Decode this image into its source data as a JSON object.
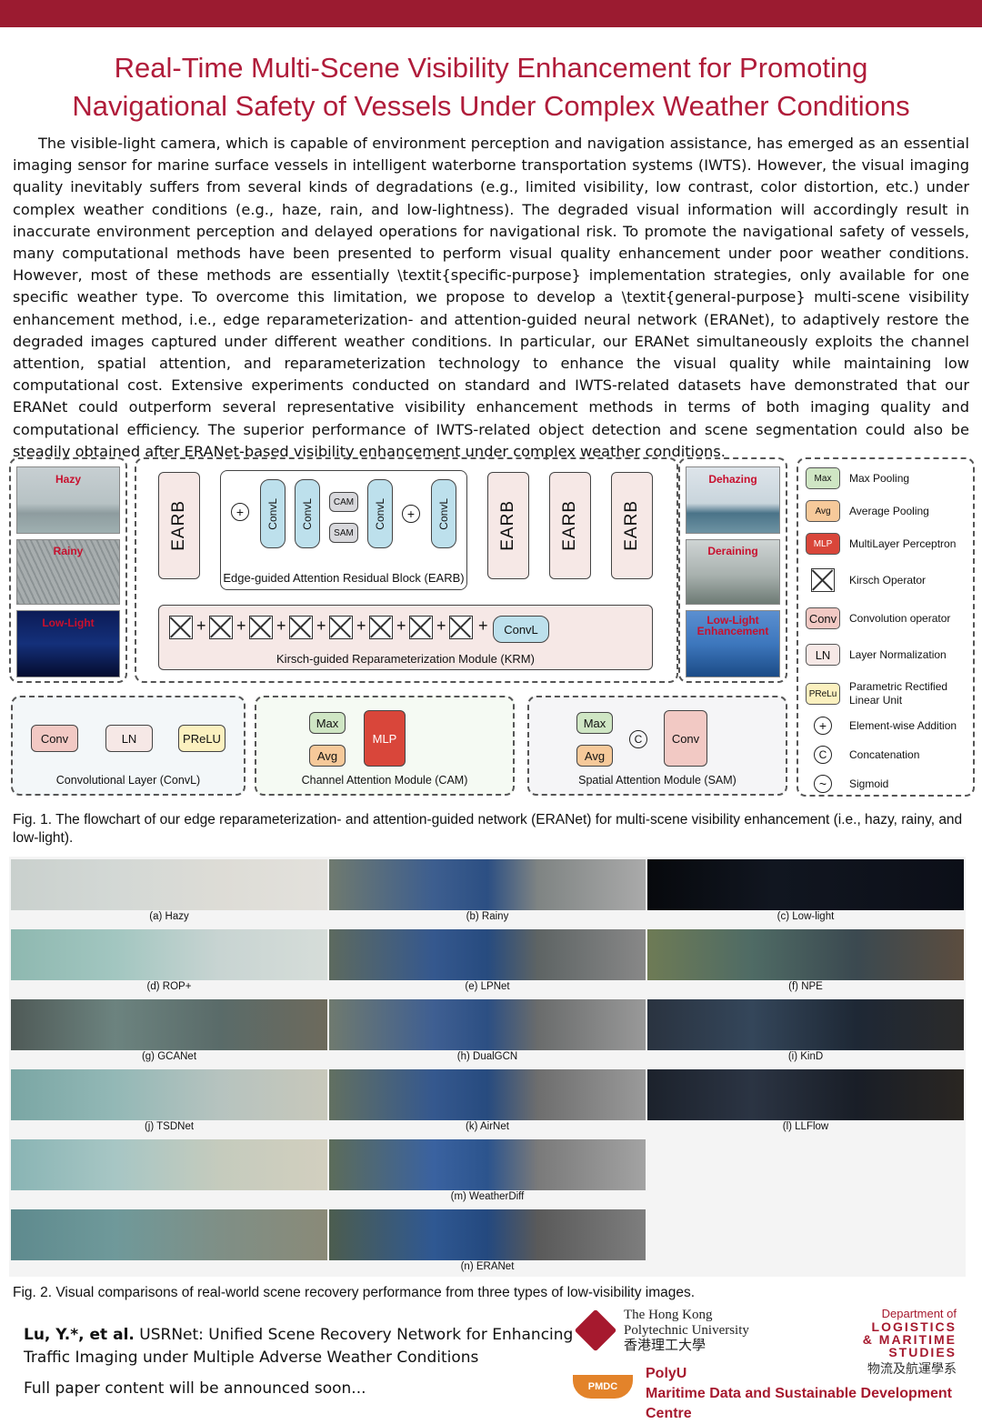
{
  "title": {
    "line1": "Real-Time Multi-Scene Visibility Enhancement for Promoting",
    "line2": "Navigational Safety of Vessels Under Complex Weather Conditions"
  },
  "abstract": "The visible-light camera, which is capable of environment perception and navigation assistance, has emerged as an essential imaging sensor for marine surface vessels in intelligent waterborne transportation systems (IWTS). However, the visual imaging quality inevitably suffers from several kinds of degradations (e.g., limited visibility, low contrast, color distortion, etc.) under complex weather conditions (e.g., haze, rain, and low-lightness). The degraded visual information will accordingly result in inaccurate environment perception and delayed operations for navigational risk. To promote the navigational safety of vessels, many computational methods have been presented to perform visual quality enhancement under poor weather conditions. However, most of these methods are essentially \\textit{specific-purpose} implementation strategies, only available for one specific weather type. To overcome this limitation, we propose to develop a \\textit{general-purpose} multi-scene visibility enhancement method, i.e., edge reparameterization- and attention-guided neural network (ERANet), to adaptively restore the degraded images captured under different weather conditions. In particular, our ERANet simultaneously exploits the channel attention, spatial attention, and reparameterization technology to enhance the visual quality while maintaining low computational cost. Extensive experiments conducted on standard and IWTS-related datasets have demonstrated that our ERANet could outperform several representative visibility enhancement methods in terms of both imaging quality and computational efficiency. The superior performance of IWTS-related object detection and scene segmentation could also be steadily obtained after ERANet-based visibility enhancement under complex weather conditions.",
  "fig1": {
    "inputs": [
      "Hazy",
      "Rainy",
      "Low-Light"
    ],
    "outputs": [
      "Dehazing",
      "Deraining",
      "Low-Light Enhancement"
    ],
    "earb": "EARB",
    "convl": "ConvL",
    "cam": "CAM",
    "sam": "SAM",
    "earb_caption": "Edge-guided Attention Residual Block (EARB)",
    "krm_caption": "Kirsch-guided Reparameterization Module (KRM)",
    "convlayer": {
      "conv": "Conv",
      "ln": "LN",
      "prelu": "PReLU",
      "caption": "Convolutional Layer (ConvL)"
    },
    "cam_module": {
      "max": "Max",
      "avg": "Avg",
      "mlp": "MLP",
      "caption": "Channel Attention Module (CAM)"
    },
    "sam_module": {
      "max": "Max",
      "avg": "Avg",
      "concat": "C",
      "conv": "Conv",
      "caption": "Spatial Attention Module (SAM)"
    },
    "legend": [
      {
        "sym": "Max",
        "label": "Max Pooling",
        "color": "#cfe6c4"
      },
      {
        "sym": "Avg",
        "label": "Average Pooling",
        "color": "#f6c99a"
      },
      {
        "sym": "MLP",
        "label": "MultiLayer Perceptron",
        "color": "#d9463a"
      },
      {
        "sym": "",
        "label": "Kirsch Operator",
        "color": "#ffffff"
      },
      {
        "sym": "Conv",
        "label": "Convolution operator",
        "color": "#f2c9c4"
      },
      {
        "sym": "LN",
        "label": "Layer Normalization",
        "color": "#f6e8e6"
      },
      {
        "sym": "PReLu",
        "label": "Parametric Rectified Linear Unit",
        "color": "#fbf0bf"
      },
      {
        "sym": "+",
        "label": "Element-wise Addition",
        "color": ""
      },
      {
        "sym": "C",
        "label": "Concatenation",
        "color": ""
      },
      {
        "sym": "~",
        "label": "Sigmoid",
        "color": ""
      }
    ]
  },
  "fig1_caption": "Fig. 1. The flowchart of our edge reparameterization- and attention-guided network (ERANet) for multi-scene visibility enhancement (i.e., hazy, rainy, and low-light).",
  "fig2": {
    "rows": [
      [
        "(a) Hazy",
        "(b) Rainy",
        "(c) Low-light"
      ],
      [
        "(d) ROP+",
        "(e) LPNet",
        "(f) NPE"
      ],
      [
        "(g) GCANet",
        "(h) DualGCN",
        "(i) KinD"
      ],
      [
        "(j) TSDNet",
        "(k) AirNet",
        "(l) LLFlow"
      ],
      [
        "",
        "(m) WeatherDiff",
        ""
      ],
      [
        "",
        "(n) ERANet",
        ""
      ]
    ]
  },
  "fig2_caption": "Fig. 2. Visual comparisons of real-world scene recovery performance from three types of low-visibility images.",
  "footer": {
    "authors": "Lu, Y.*, et al.",
    "paper": "USRNet: Unified Scene Recovery Network for Enhancing Traffic Imaging under Multiple Adverse Weather Conditions",
    "note": "Full paper content will be announced soon...",
    "polyu_en1": "The Hong Kong",
    "polyu_en2": "Polytechnic University",
    "polyu_zh": "香港理工大學",
    "lms1": "Department of",
    "lms2": "LOGISTICS",
    "lms3": "& MARITIME",
    "lms4": "STUDIES",
    "lms_zh": "物流及航運學系",
    "pmdc_short": "PMDC",
    "pmdc1": "PolyU",
    "pmdc2": "Maritime Data and Sustainable Development Centre"
  }
}
